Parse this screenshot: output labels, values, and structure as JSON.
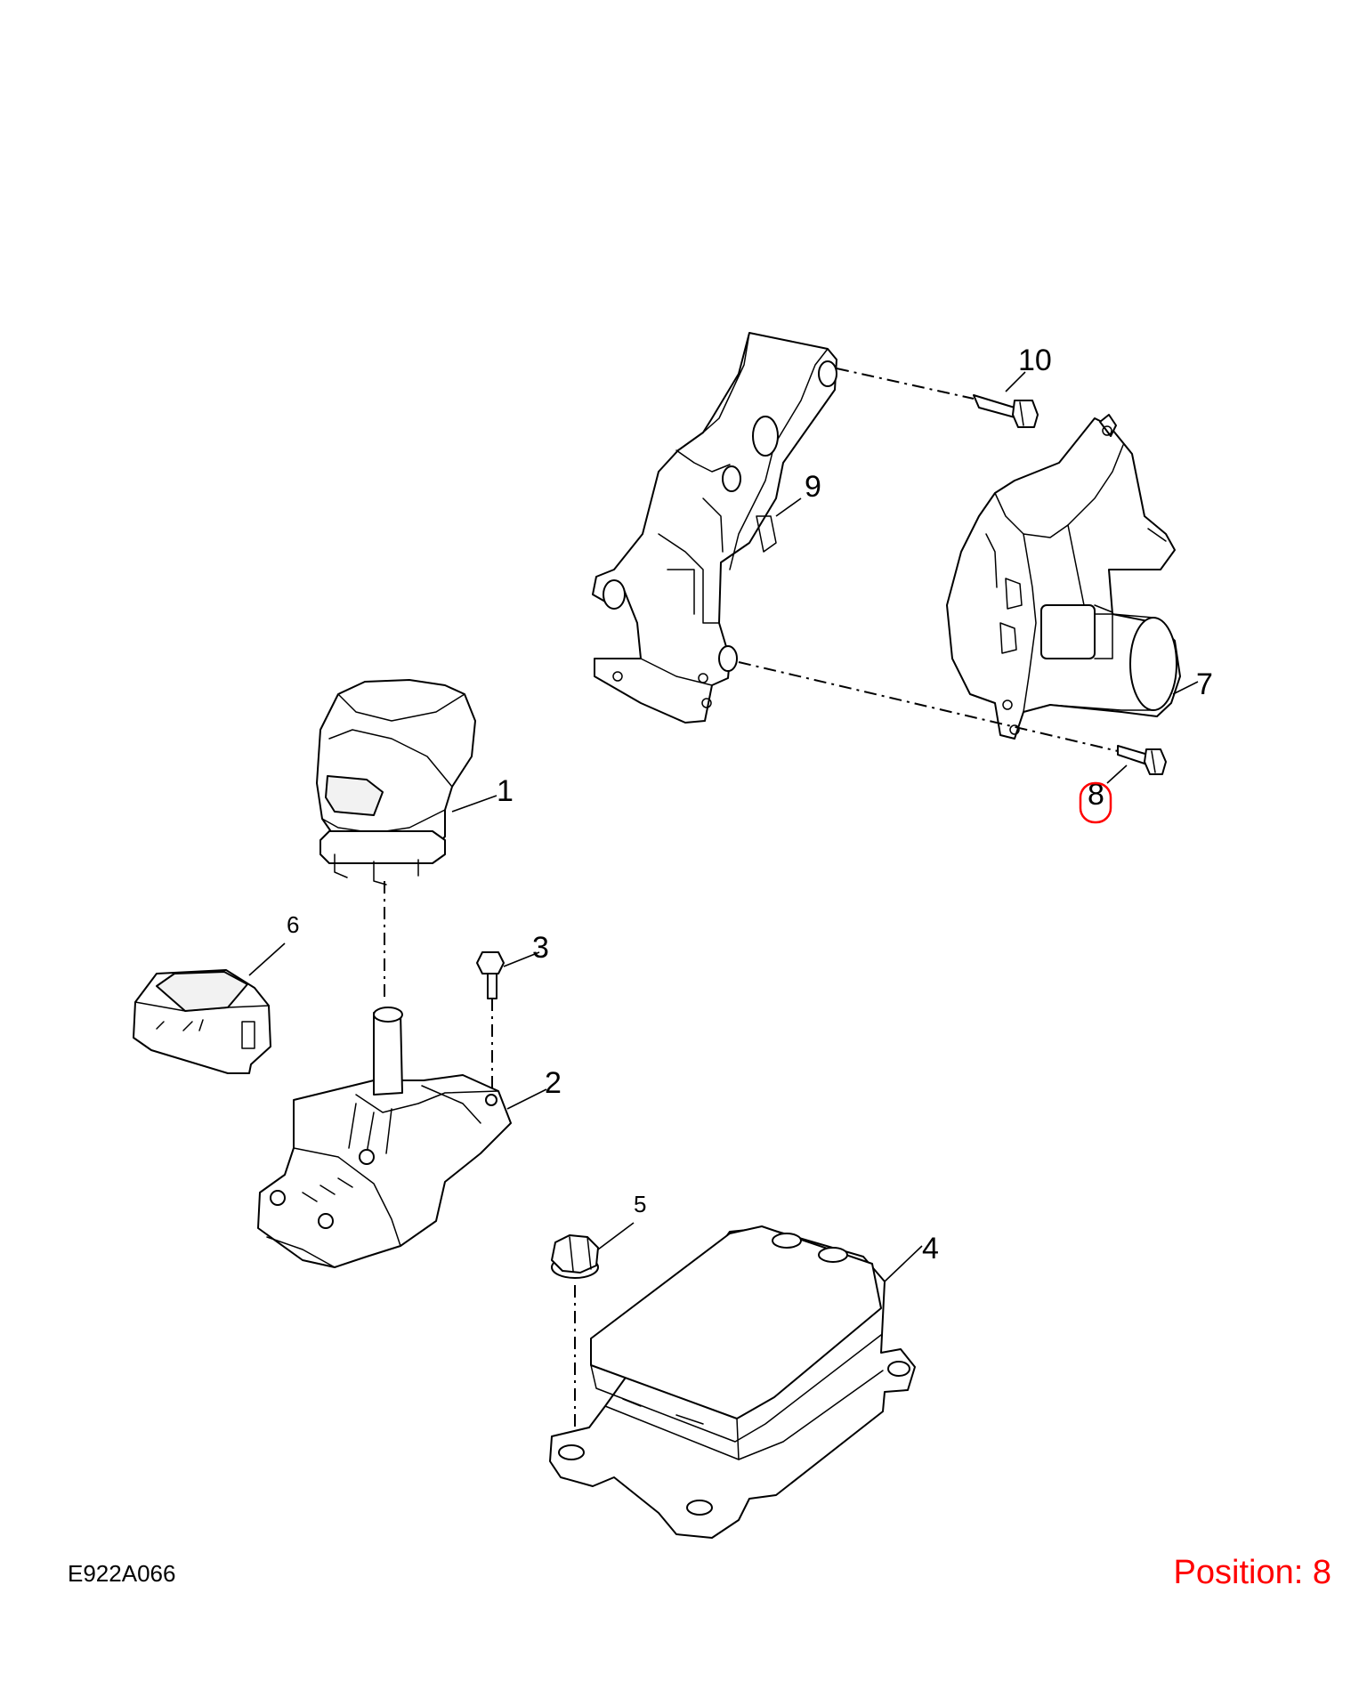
{
  "diagram_code": "E922A066",
  "position_label": "Position: 8",
  "accent_color": "#ff0000",
  "callouts": {
    "c1": "1",
    "c2": "2",
    "c3": "3",
    "c4": "4",
    "c5": "5",
    "c6": "6",
    "c7": "7",
    "c8": "8",
    "c9": "9",
    "c10": "10"
  }
}
